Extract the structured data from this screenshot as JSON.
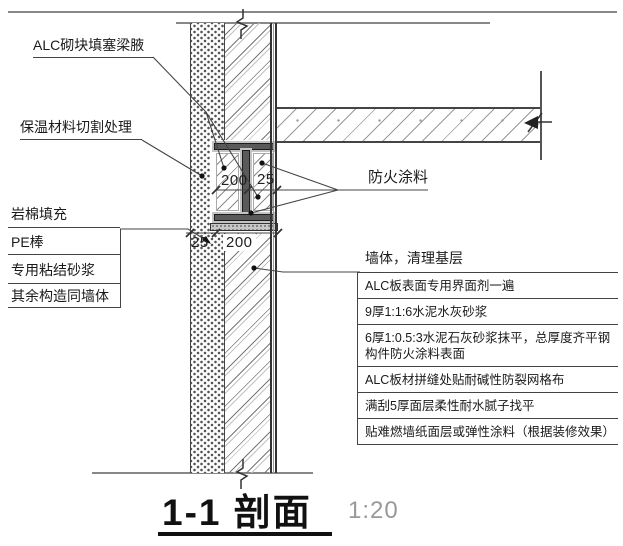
{
  "labels": {
    "alc_block_fill": "ALC砌块填塞梁腋",
    "insulation_cut": "保温材料切割处理",
    "rock_wool": "岩棉填充",
    "pe_rod": "PE棒",
    "bonding_mortar": "专用粘结砂浆",
    "rest_same_as_wall": "其余构造同墙体",
    "fireproof_coating": "防火涂料",
    "wall_clean_base": "墙体，清理基层"
  },
  "dimensions": {
    "beam_width": "200",
    "coating_gap": "25",
    "joint_gap": "25",
    "panel_width": "200"
  },
  "notes": {
    "items": [
      "ALC板表面专用界面剂一遍",
      "9厚1:1:6水泥水灰砂浆",
      "6厚1:0.5:3水泥石灰砂浆抹平，总厚度齐平钢构件防火涂料表面",
      "ALC板材拼缝处贴耐碱性防裂网格布",
      "满刮5厚面层柔性耐水腻子找平",
      "贴难燃墙纸面层或弹性涂料（根据装修效果）"
    ]
  },
  "title": {
    "text": "1-1 剖面",
    "scale": "1:20"
  },
  "colors": {
    "line": "#444444",
    "steel_fill": "#5a5a5a",
    "coating_fill": "#c8c8c8",
    "scale_text": "#999999"
  }
}
